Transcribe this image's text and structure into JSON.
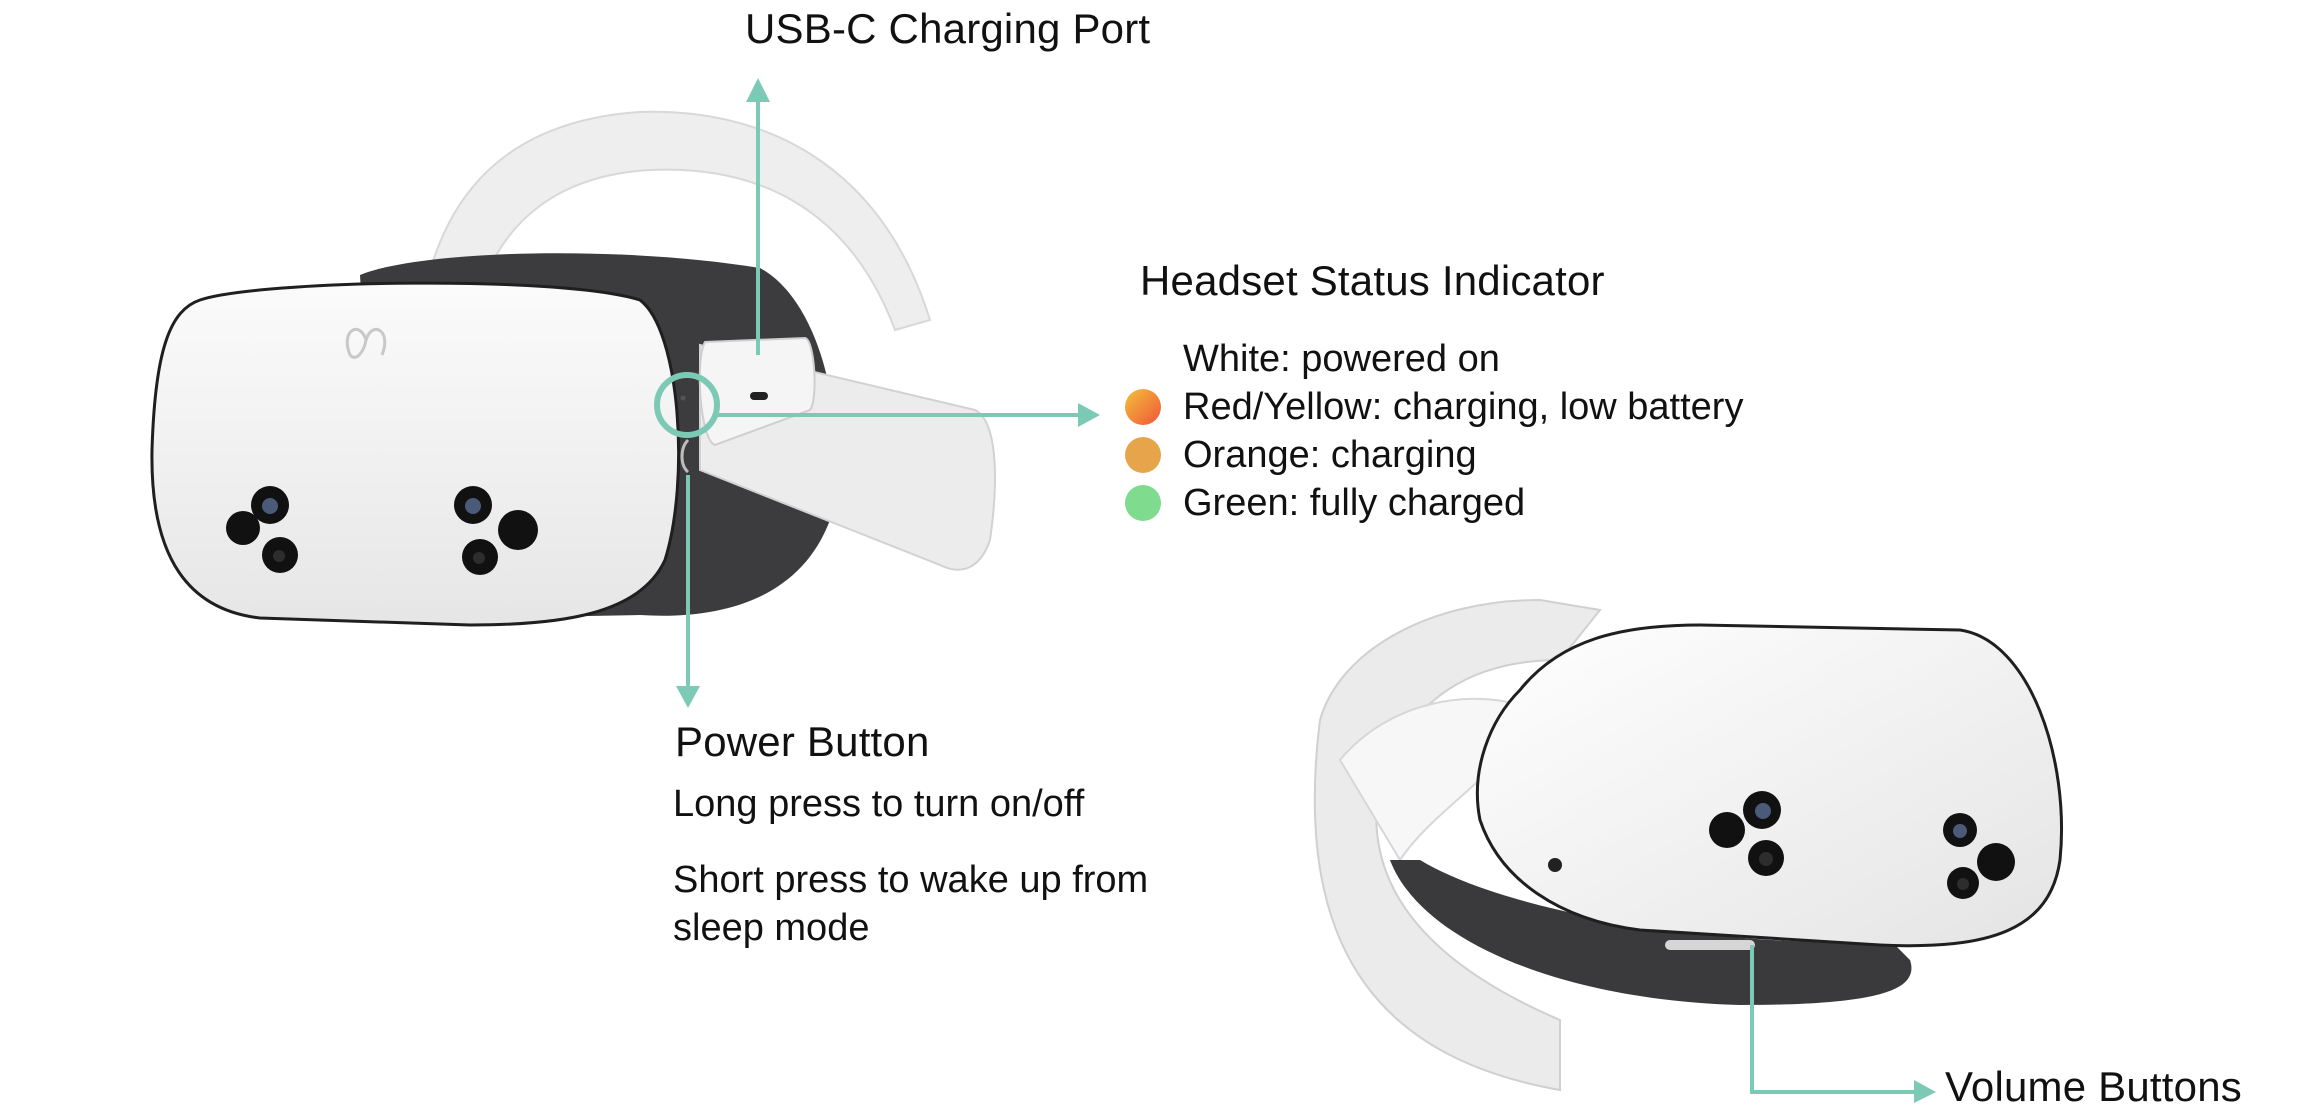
{
  "labels": {
    "usb_c": "USB-C Charging Port",
    "status_indicator": "Headset Status Indicator",
    "power_button": "Power Button",
    "volume_buttons": "Volume Buttons"
  },
  "status_items": [
    {
      "text": "White: powered on",
      "color": "#ffffff"
    },
    {
      "text": "Red/Yellow: charging, low battery",
      "color": "#f06a3a",
      "color2": "#f2c23a"
    },
    {
      "text": "Orange: charging",
      "color": "#e6a54a"
    },
    {
      "text": "Green: fully charged",
      "color": "#7fdc8e"
    }
  ],
  "power_desc": [
    "Long press to turn on/off",
    "Short press to wake up from sleep mode"
  ],
  "colors": {
    "callout": "#7ccab5",
    "headset_white": "#f2f2f2",
    "facial_interface": "#3c3c3e",
    "text": "#111111"
  }
}
